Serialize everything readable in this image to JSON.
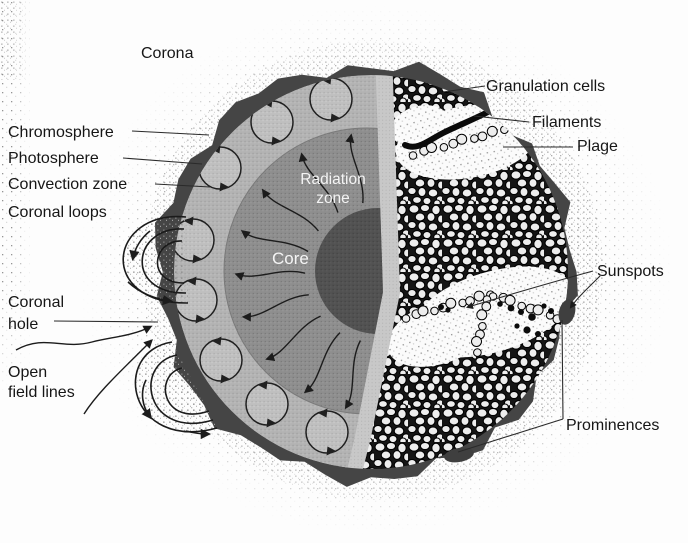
{
  "figure": {
    "type": "sun-structure-cutaway-diagram",
    "background": "#fdfdfd",
    "labels": {
      "corona": "Corona",
      "chromosphere": "Chromosphere",
      "photosphere": "Photosphere",
      "convection_zone": "Convection zone",
      "coronal_loops": "Coronal loops",
      "coronal_hole_1": "Coronal",
      "coronal_hole_2": "hole",
      "open_field_lines_1": "Open",
      "open_field_lines_2": "field lines",
      "granulation_cells": "Granulation cells",
      "filaments": "Filaments",
      "plage": "Plage",
      "sunspots": "Sunspots",
      "prominences": "Prominences",
      "radiation_zone_1": "Radiation",
      "radiation_zone_2": "zone",
      "core": "Core"
    },
    "colors": {
      "label_ink": "#161616",
      "zone_label_ink": "#f4f4f4",
      "chromosphere_rim": "#454545",
      "convection_zone": "#b3b3b3",
      "radiation_zone": "#8e8e8e",
      "core": "#525252",
      "granulation_background": "#151515",
      "granule": "#ededed",
      "plage_background": "#fbfbfb",
      "cut_edge_band": "#c8c8c8"
    }
  }
}
